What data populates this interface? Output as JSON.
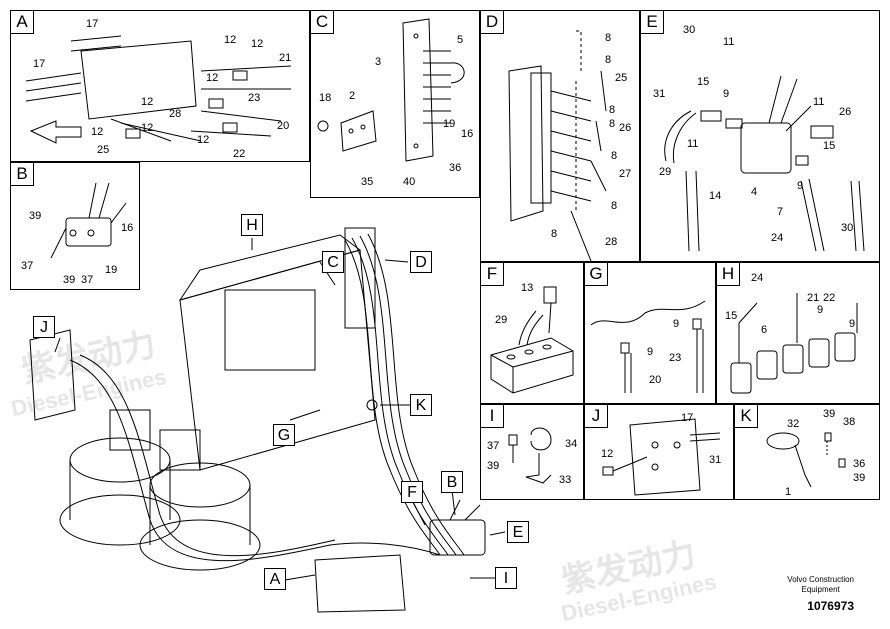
{
  "watermark": {
    "cn": "紫发动力",
    "en": "Diesel-Engines"
  },
  "panels": {
    "A": {
      "letter": "A",
      "labels": [
        "17",
        "17",
        "12",
        "12",
        "21",
        "12",
        "23",
        "12",
        "28",
        "20",
        "12",
        "12",
        "25",
        "12",
        "22"
      ]
    },
    "B": {
      "letter": "B",
      "labels": [
        "39",
        "37",
        "39",
        "37",
        "16",
        "19"
      ]
    },
    "C": {
      "letter": "C",
      "labels": [
        "5",
        "3",
        "18",
        "2",
        "19",
        "16",
        "35",
        "40",
        "36"
      ]
    },
    "D": {
      "letter": "D",
      "labels": [
        "8",
        "8",
        "25",
        "8",
        "8",
        "26",
        "8",
        "27",
        "8",
        "8",
        "28"
      ]
    },
    "E": {
      "letter": "E",
      "labels": [
        "30",
        "11",
        "15",
        "9",
        "31",
        "11",
        "26",
        "11",
        "15",
        "29",
        "14",
        "4",
        "9",
        "7",
        "24",
        "30"
      ]
    },
    "F": {
      "letter": "F",
      "labels": [
        "13",
        "29"
      ]
    },
    "G": {
      "letter": "G",
      "labels": [
        "9",
        "9",
        "23",
        "20"
      ]
    },
    "H": {
      "letter": "H",
      "labels": [
        "24",
        "21",
        "22",
        "15",
        "6",
        "9",
        "9"
      ]
    },
    "I": {
      "letter": "I",
      "labels": [
        "37",
        "34",
        "39",
        "33"
      ]
    },
    "J": {
      "letter": "J",
      "labels": [
        "17",
        "12",
        "31"
      ]
    },
    "K": {
      "letter": "K",
      "labels": [
        "32",
        "39",
        "38",
        "1",
        "36",
        "39"
      ]
    }
  },
  "main_tags": [
    "H",
    "C",
    "D",
    "J",
    "K",
    "G",
    "B",
    "F",
    "E",
    "A",
    "I"
  ],
  "caption": {
    "line1": "Volvo Construction",
    "line2": "Equipment",
    "number": "1076973"
  }
}
